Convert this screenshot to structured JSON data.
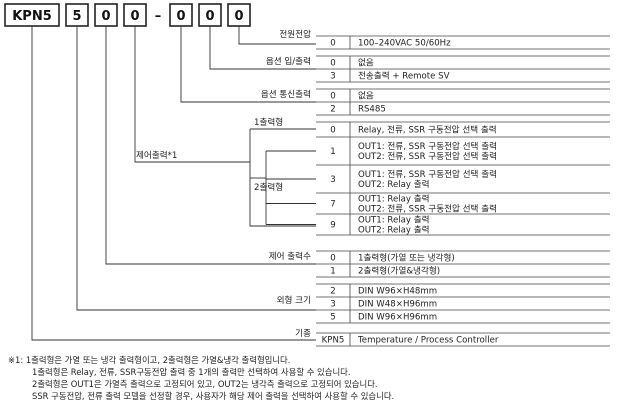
{
  "code": [
    "KPN5",
    "5",
    "0",
    "0",
    "–",
    "0",
    "0",
    "0"
  ],
  "sections": {
    "power": {
      "label": "전원전압",
      "rows": [
        {
          "code": "0",
          "desc": [
            "100–240VAC 50/60Hz"
          ]
        }
      ]
    },
    "option_io": {
      "label": "옵션 입/출력",
      "rows": [
        {
          "code": "0",
          "desc": [
            "없음"
          ]
        },
        {
          "code": "3",
          "desc": [
            "전송출력 + Remote SV"
          ]
        }
      ]
    },
    "option_comm": {
      "label": "옵션 통신출력",
      "rows": [
        {
          "code": "0",
          "desc": [
            "없음"
          ]
        },
        {
          "code": "2",
          "desc": [
            "RS485"
          ]
        }
      ]
    },
    "control_output": {
      "label": "제어출력*1",
      "type1_label": "1출력형",
      "type2_label": "2출력형",
      "rows": [
        {
          "code": "0",
          "desc": [
            "Relay, 전류, SSR 구동전압 선택 출력"
          ]
        },
        {
          "code": "1",
          "desc": [
            "OUT1: 전류, SSR 구동전압 선택 출력",
            "OUT2: 전류, SSR 구동전압 선택 출력"
          ]
        },
        {
          "code": "3",
          "desc": [
            "OUT1: 전류, SSR 구동전압 선택 출력",
            "OUT2: Relay 출력"
          ]
        },
        {
          "code": "7",
          "desc": [
            "OUT1: Relay 출력",
            "OUT2: 전류, SSR 구동전압 선택 출력"
          ]
        },
        {
          "code": "9",
          "desc": [
            "OUT1: Relay 출력",
            "OUT2: Relay 출력"
          ]
        }
      ]
    },
    "control_count": {
      "label": "제어 출력수",
      "rows": [
        {
          "code": "0",
          "desc": [
            "1출력형(가열 또는 냉각형)"
          ]
        },
        {
          "code": "1",
          "desc": [
            "2출력형(가열&냉각형)"
          ]
        }
      ]
    },
    "size": {
      "label": "외형 크기",
      "rows": [
        {
          "code": "2",
          "desc": [
            "DIN W96×H48mm"
          ]
        },
        {
          "code": "3",
          "desc": [
            "DIN W48×H96mm"
          ]
        },
        {
          "code": "5",
          "desc": [
            "DIN W96×H96mm"
          ]
        }
      ]
    },
    "model": {
      "label": "기종",
      "rows": [
        {
          "code": "KPN5",
          "desc": [
            "Temperature / Process Controller"
          ]
        }
      ]
    }
  },
  "footnote": [
    "※1: 1출력형은 가열 또는 냉각 출력형이고, 2출력형은 가열&냉각 출력형입니다.",
    "1출력형은 Relay, 전류, SSR구동전압 출력 중 1개의 출력만 선택하여 사용할 수 있습니다.",
    "2출력형은 OUT1은 가열측 출력으로 고정되어 있고, OUT2는 냉각측 출력으로 고정되어 있습니다.",
    "SSR 구동전압, 전류 출력 모델을 선정할 경우, 사용자가 해당 제어 출력을 선택하여 사용할 수 있습니다."
  ]
}
